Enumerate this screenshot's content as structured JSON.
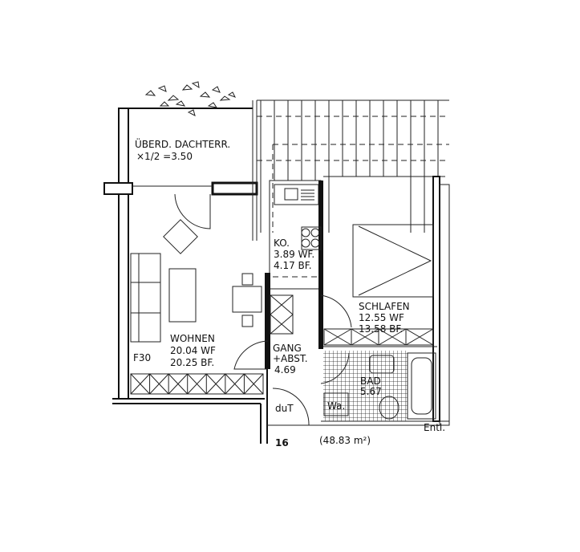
{
  "plan": {
    "unit_number": "16",
    "total_area": "(48.83 m²)",
    "rooms": {
      "terrace": {
        "name": "ÜBERD. DACHTERR.",
        "area": "×1/2 =3.50"
      },
      "kitchen": {
        "name": "KO.",
        "wf": "3.89 WF.",
        "bf": "4.17 BF."
      },
      "bedroom": {
        "name": "SCHLAFEN",
        "wf": "12.55 WF",
        "bf": "13.58 BF."
      },
      "living": {
        "name": "WOHNEN",
        "wf": "20.04 WF",
        "bf": "20.25 BF."
      },
      "hall": {
        "name": "GANG",
        "sub": "+ABST.",
        "area": "4.69"
      },
      "bath": {
        "name": "BAD",
        "area": "5.67"
      }
    },
    "annotations": {
      "fire_door": "F30",
      "door_mark": "duT",
      "washbasin": "Wa.",
      "vent": "Entl."
    }
  }
}
